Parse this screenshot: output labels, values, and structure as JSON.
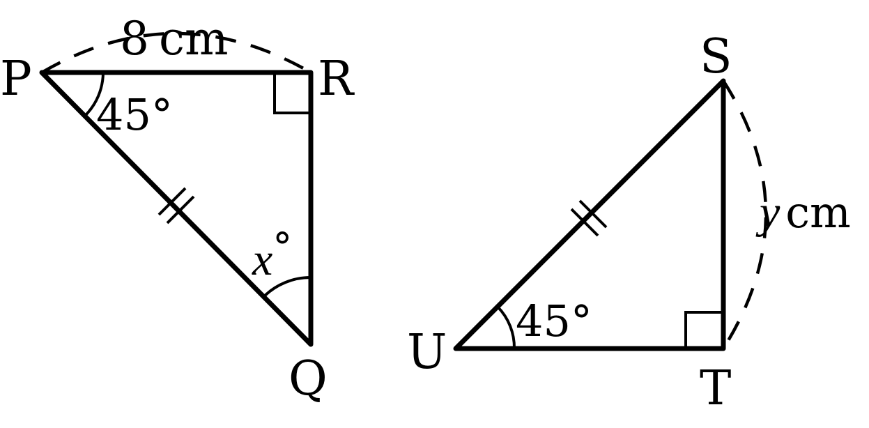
{
  "triangle_pqr": {
    "vertices": {
      "p": "P",
      "q": "Q",
      "r": "R"
    },
    "side_pr": {
      "value": "8",
      "unit": "cm"
    },
    "angle_p": "45°",
    "angle_q": {
      "variable": "x",
      "degree": "°"
    }
  },
  "triangle_stu": {
    "vertices": {
      "s": "S",
      "t": "T",
      "u": "U"
    },
    "side_st": {
      "variable": "y",
      "unit": "cm"
    },
    "angle_u": "45°"
  }
}
